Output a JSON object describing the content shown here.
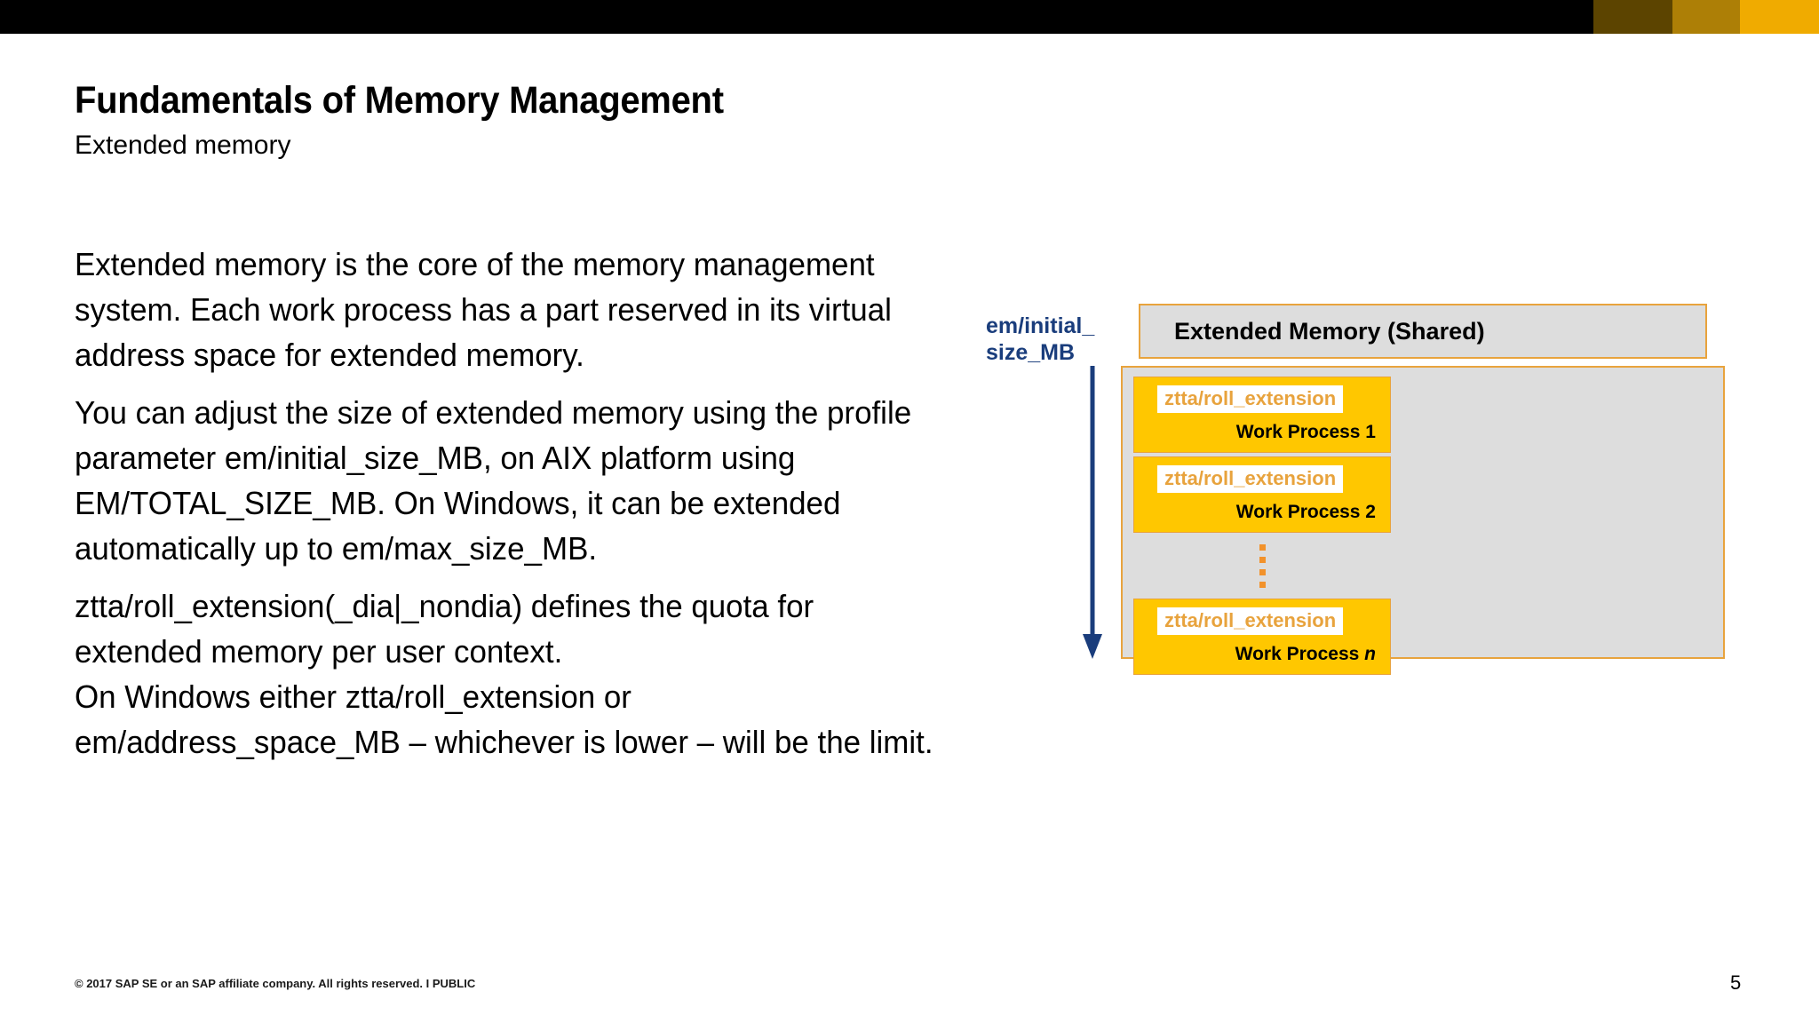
{
  "brand_bar": {
    "bands": [
      {
        "name": "black",
        "color": "#000000"
      },
      {
        "name": "dark-olive",
        "color": "#5C4400"
      },
      {
        "name": "amber",
        "color": "#AD7F06"
      },
      {
        "name": "gold",
        "color": "#F0AB00"
      }
    ]
  },
  "slide": {
    "title": "Fundamentals of Memory Management",
    "subtitle": "Extended memory",
    "paragraphs": [
      "Extended memory is the core of the memory management system. Each work process has a part reserved in its virtual address space for extended memory.",
      "You can adjust the size of extended memory using the profile parameter em/initial_size_MB, on AIX platform using EM/TOTAL_SIZE_MB. On Windows, it can be extended automatically up to em/max_size_MB.",
      "ztta/roll_extension(_dia|_nondia) defines the quota for extended memory per user context.\nOn Windows either ztta/roll_extension or em/address_space_MB – whichever is lower – will be the limit."
    ]
  },
  "diagram": {
    "param_label": "em/initial_\nsize_MB",
    "param_label_color": "#1A3D7C",
    "header_label": "Extended Memory (Shared)",
    "header_fill": "#DDDDDD",
    "header_border": "#E8A33D",
    "region_fill": "#DDDDDD",
    "region_border": "#E8A33D",
    "work_process_fill": "#FFC700",
    "work_process_border": "#E8A33D",
    "ztta_text_color": "#E8A33D",
    "ellipsis_color": "#F2922B",
    "arrow_color": "#1A3D7C",
    "work_processes": [
      {
        "quota_label": "ztta/roll_extension",
        "name": "Work Process 1",
        "name_suffix": ""
      },
      {
        "quota_label": "ztta/roll_extension",
        "name": "Work Process 2",
        "name_suffix": ""
      },
      {
        "quota_label": "ztta/roll_extension",
        "name": "Work Process ",
        "name_suffix": "n"
      }
    ]
  },
  "footer": {
    "copyright": "© 2017 SAP SE or an SAP affiliate company. All rights reserved.  I   PUBLIC",
    "page_number": "5"
  }
}
